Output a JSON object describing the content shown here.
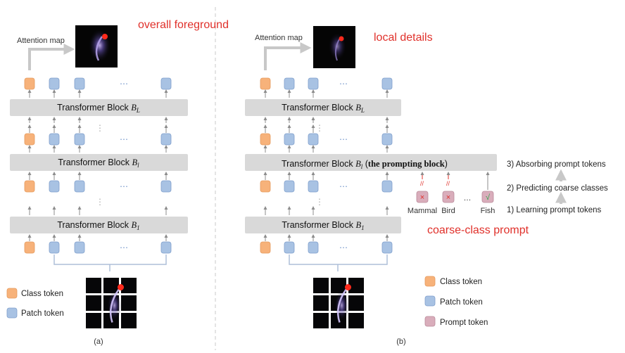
{
  "panel_a": {
    "attention_label": "Attention map",
    "annotation": "overall foreground",
    "blocks": {
      "top": {
        "text": "Transformer Block ",
        "var": "B",
        "sub": "L"
      },
      "mid": {
        "text": "Transformer Block ",
        "var": "B",
        "sub": "l"
      },
      "bottom": {
        "text": "Transformer Block ",
        "var": "B",
        "sub": "1"
      }
    },
    "ellipsis": "⋯",
    "vdots": "⋮",
    "legend": {
      "class_token": "Class token",
      "patch_token": "Patch token"
    },
    "caption": "(a)"
  },
  "panel_b": {
    "attention_label": "Attention map",
    "annotation": "local details",
    "blocks": {
      "top": {
        "text": "Transformer Block ",
        "var": "B",
        "sub": "L"
      },
      "mid": {
        "text": "Transformer Block ",
        "var": "B",
        "sub": "l",
        "extra_open": " (",
        "extra_bold": "the prompting block",
        "extra_close": ")"
      },
      "bottom": {
        "text": "Transformer Block ",
        "var": "B",
        "sub": "1"
      }
    },
    "prompts": [
      {
        "label": "Mammal",
        "mark": "×"
      },
      {
        "label": "Bird",
        "mark": "×"
      },
      {
        "label": "Fish",
        "mark": "√"
      }
    ],
    "prompt_ellipsis": "…",
    "prompt_annotation": "coarse-class prompt",
    "steps": [
      "3)  Absorbing prompt tokens",
      "2)  Predicting coarse classes",
      "1)  Learning prompt tokens"
    ],
    "legend": {
      "class_token": "Class token",
      "patch_token": "Patch token",
      "prompt_token": "Prompt token"
    },
    "caption": "(b)"
  },
  "colors": {
    "class_token": "#f7b27a",
    "patch_token": "#a8c2e3",
    "prompt_token": "#d9adbb",
    "block": "#d9d9d9",
    "arrow": "#8c8c8c",
    "annotation": "#e0302a",
    "brace": "#aebfd8"
  }
}
